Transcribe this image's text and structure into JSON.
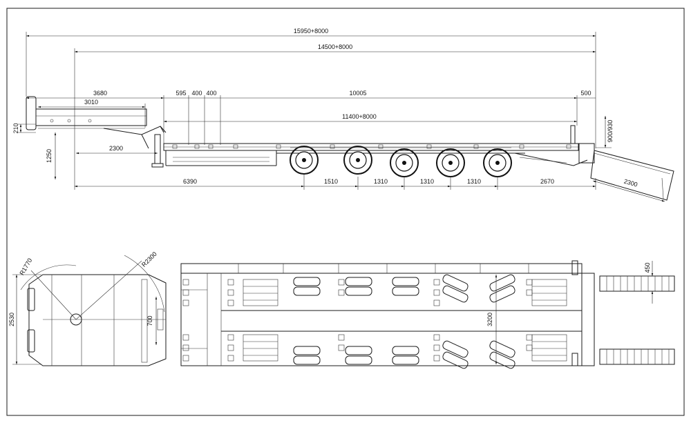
{
  "drawing": {
    "side_view": {
      "overall_length": "15950+8000",
      "main_length": "14500+8000",
      "gooseneck_length": "3680",
      "gooseneck_deck": "3010",
      "kingpin_to_support": "2300",
      "deck_front_1": "595",
      "deck_front_2": "400",
      "deck_front_3": "400",
      "deck_main": "10005",
      "rear_overhang": "500",
      "lowbed_length": "11400+8000",
      "king_pin_height": "210",
      "gooseneck_height": "1250",
      "ramp_height": "900/930",
      "kingpin_to_axle1": "6390",
      "axle_spacing_1": "1510",
      "axle_spacing_2": "1310",
      "axle_spacing_3": "1310",
      "axle_spacing_4": "1310",
      "rear_axle_to_end": "2670",
      "ramp_length": "2300"
    },
    "top_view": {
      "turning_radius_front": "R1770",
      "turning_radius_rear": "R2300",
      "overall_width": "2530",
      "support_width": "700",
      "deck_width": "3200",
      "ramp_width": "450"
    }
  }
}
